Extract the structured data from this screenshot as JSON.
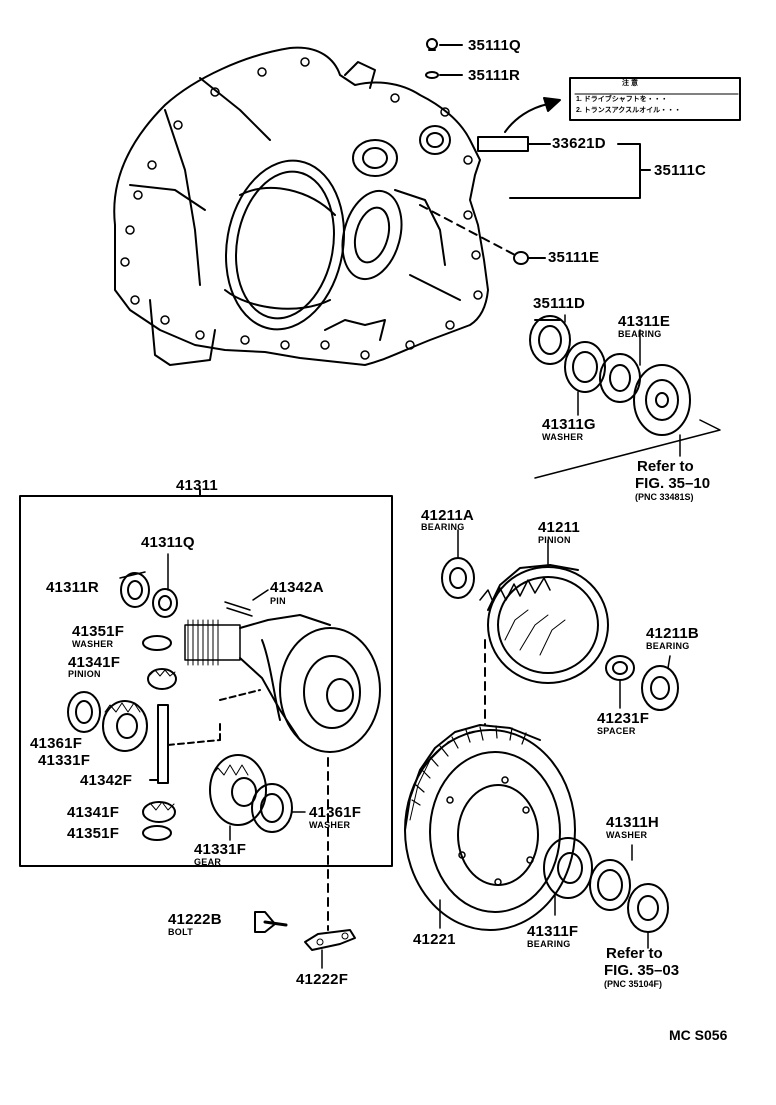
{
  "parts": {
    "p35111Q": {
      "number": "35111Q"
    },
    "p35111R": {
      "number": "35111R"
    },
    "p33621D": {
      "number": "33621D"
    },
    "p35111C": {
      "number": "35111C"
    },
    "p35111E": {
      "number": "35111E"
    },
    "p35111D": {
      "number": "35111D"
    },
    "p41311E": {
      "number": "41311E",
      "desc": "BEARING"
    },
    "p41311G": {
      "number": "41311G",
      "desc": "WASHER"
    },
    "p41311": {
      "number": "41311"
    },
    "p41311Q": {
      "number": "41311Q"
    },
    "p41311R": {
      "number": "41311R"
    },
    "p41342A": {
      "number": "41342A",
      "desc": "PIN"
    },
    "p41351F_a": {
      "number": "41351F",
      "desc": "WASHER"
    },
    "p41341F_a": {
      "number": "41341F",
      "desc": "PINION"
    },
    "p41361F_a": {
      "number": "41361F"
    },
    "p41331F_a": {
      "number": "41331F"
    },
    "p41342F": {
      "number": "41342F"
    },
    "p41341F_b": {
      "number": "41341F"
    },
    "p41351F_b": {
      "number": "41351F"
    },
    "p41361F_b": {
      "number": "41361F",
      "desc": "WASHER"
    },
    "p41331F_b": {
      "number": "41331F",
      "desc": "GEAR"
    },
    "p41211A": {
      "number": "41211A",
      "desc": "BEARING"
    },
    "p41211": {
      "number": "41211",
      "desc": "PINION"
    },
    "p41211B": {
      "number": "41211B",
      "desc": "BEARING"
    },
    "p41231F": {
      "number": "41231F",
      "desc": "SPACER"
    },
    "p41222B": {
      "number": "41222B",
      "desc": "BOLT"
    },
    "p41222F": {
      "number": "41222F"
    },
    "p41221": {
      "number": "41221"
    },
    "p41311F": {
      "number": "41311F",
      "desc": "BEARING"
    },
    "p41311H": {
      "number": "41311H",
      "desc": "WASHER"
    }
  },
  "references": {
    "ref1": {
      "line1": "Refer to",
      "line2": "FIG. 35–10",
      "line3": "(PNC 33481S)"
    },
    "ref2": {
      "line1": "Refer to",
      "line2": "FIG. 35–03",
      "line3": "(PNC 35104F)"
    }
  },
  "caution_label": {
    "title": "注 意",
    "line1": "1. ドライブシャフトを・・・",
    "line2": "2. トランスアクスルオイル・・・"
  },
  "diagram_code": "MC S056"
}
